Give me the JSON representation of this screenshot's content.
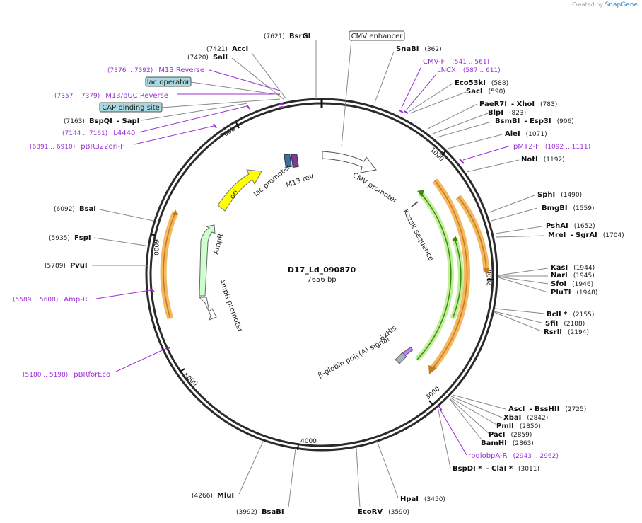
{
  "credit": {
    "prefix": "Created by",
    "brand": "SnapGene"
  },
  "plasmid": {
    "name": "D17_Ld_090870",
    "size": "7656 bp"
  },
  "ticks": [
    "1000",
    "2000",
    "3000",
    "4000",
    "5000",
    "6000",
    "7000"
  ],
  "enzymes": {
    "bsrgi": {
      "name": "BsrGI",
      "pos": "(7621)"
    },
    "acci": {
      "name": "AccI",
      "pos": "(7421)"
    },
    "sali": {
      "name": "SalI",
      "pos": "(7420)"
    },
    "snabi": {
      "name": "SnaBI",
      "pos": "(362)"
    },
    "eco53ki": {
      "name": "Eco53kI",
      "pos": "(588)"
    },
    "saci": {
      "name": "SacI",
      "pos": "(590)"
    },
    "paer7i": {
      "name": "PaeR7I",
      "sep": "- XhoI",
      "pos": "(783)"
    },
    "blpi": {
      "name": "BlpI",
      "pos": "(823)"
    },
    "bsmbi": {
      "name": "BsmBI",
      "sep": "- Esp3I",
      "pos": "(906)"
    },
    "alei": {
      "name": "AleI",
      "pos": "(1071)"
    },
    "noti": {
      "name": "NotI",
      "pos": "(1192)"
    },
    "sphi": {
      "name": "SphI",
      "pos": "(1490)"
    },
    "bmgbi": {
      "name": "BmgBI",
      "pos": "(1559)"
    },
    "pshai": {
      "name": "PshAI",
      "pos": "(1652)"
    },
    "mrei": {
      "name": "MreI",
      "sep": "- SgrAI",
      "pos": "(1704)"
    },
    "kasi": {
      "name": "KasI",
      "pos": "(1944)"
    },
    "nari": {
      "name": "NarI",
      "pos": "(1945)"
    },
    "sfoi": {
      "name": "SfoI",
      "pos": "(1946)"
    },
    "pluti": {
      "name": "PluTI",
      "pos": "(1948)"
    },
    "bcli": {
      "name": "BclI *",
      "pos": "(2155)"
    },
    "sfii": {
      "name": "SfiI",
      "pos": "(2188)"
    },
    "rsrii": {
      "name": "RsrII",
      "pos": "(2194)"
    },
    "asci": {
      "name": "AscI",
      "sep": "- BssHII",
      "pos": "(2725)"
    },
    "xbai": {
      "name": "XbaI",
      "pos": "(2842)"
    },
    "pmli": {
      "name": "PmlI",
      "pos": "(2850)"
    },
    "paci": {
      "name": "PacI",
      "pos": "(2859)"
    },
    "bamhi": {
      "name": "BamHI",
      "pos": "(2863)"
    },
    "bspdi": {
      "name": "BspDI *",
      "sep": "- ClaI *",
      "pos": "(3011)"
    },
    "hpai": {
      "name": "HpaI",
      "pos": "(3450)"
    },
    "ecorv": {
      "name": "EcoRV",
      "pos": "(3590)"
    },
    "bsabi": {
      "name": "BsaBI",
      "pos": "(3992)"
    },
    "mlui": {
      "name": "MluI",
      "pos": "(4266)"
    },
    "bsai": {
      "name": "BsaI",
      "pos": "(6092)"
    },
    "fspi": {
      "name": "FspI",
      "pos": "(5935)"
    },
    "pvui": {
      "name": "PvuI",
      "pos": "(5789)"
    },
    "bspqi": {
      "name": "BspQI",
      "sep": "- SapI",
      "pos": "(7163)"
    }
  },
  "primers": {
    "m13rev_top": {
      "name": "M13 Reverse",
      "pos": "(7376 .. 7392)"
    },
    "m13puc": {
      "name": "M13/pUC Reverse",
      "pos": "(7357 .. 7379)"
    },
    "l4440": {
      "name": "L4440",
      "pos": "(7144 .. 7161)"
    },
    "pbr322": {
      "name": "pBR322ori-F",
      "pos": "(6891 .. 6910)"
    },
    "cmvf": {
      "name": "CMV-F",
      "pos": "(541 .. 561)"
    },
    "lncx": {
      "name": "LNCX",
      "pos": "(587 .. 611)"
    },
    "pmt2": {
      "name": "pMT2-F",
      "pos": "(1092 .. 1111)"
    },
    "rbglob": {
      "name": "rbglobpA-R",
      "pos": "(2943 .. 2962)"
    },
    "ampr": {
      "name": "Amp-R",
      "pos": "(5589 .. 5608)"
    },
    "pbrforeco": {
      "name": "pBRforEco",
      "pos": "(5180 .. 5198)"
    }
  },
  "boxes": {
    "cmv_enh": "CMV enhancer",
    "lac_op": "lac operator",
    "cap": "CAP binding site"
  },
  "features": {
    "cmv_promoter": "CMV promoter",
    "kozak": "Kozak sequence",
    "his": "6xHis",
    "globin": "β-globin poly(A) signal",
    "ampr": "AmpR",
    "ampr_promoter": "AmpR promoter",
    "ori": "ori",
    "lac_promoter": "lac promoter",
    "m13rev": "M13 rev"
  },
  "colors": {
    "backbone": "#2b2b2b",
    "primer": "#9b30d6",
    "ori": "#ffff00",
    "ampr": "#ccffcc",
    "orf_orange": "#f4b860",
    "orf_green": "#7fc24a",
    "box": "#a8d8e0"
  }
}
